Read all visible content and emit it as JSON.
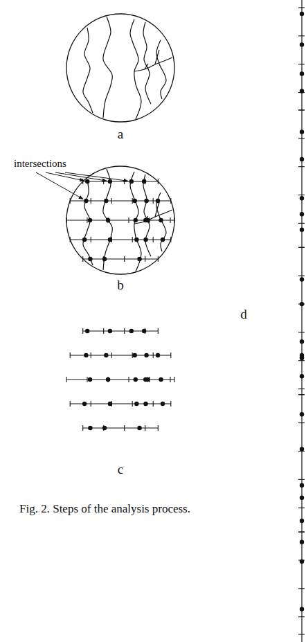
{
  "diagram": {
    "caption": "Fig. 2. Steps of the analysis process.",
    "labels": [
      "a",
      "intersections",
      "b",
      "c",
      "d"
    ]
  }
}
